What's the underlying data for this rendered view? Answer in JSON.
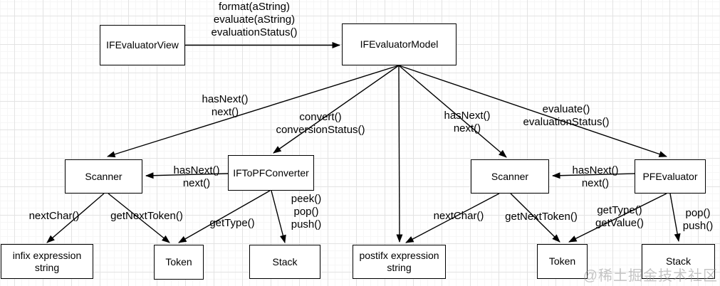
{
  "nodes": {
    "view": "IFEvaluatorView",
    "model": "IFEvaluatorModel",
    "scanner_l": "Scanner",
    "converter": "IFToPFConverter",
    "scanner_r": "Scanner",
    "pfeval": "PFEvaluator",
    "infix": "infix expression\nstring",
    "token_l": "Token",
    "stack_l": "Stack",
    "postfix": "postifx expression\nstring",
    "token_r": "Token",
    "stack_r": "Stack"
  },
  "edge_labels": {
    "view_model": "format(aString)\nevaluate(aString)\nevaluationStatus()",
    "model_scanner_l": "hasNext()\nnext()",
    "model_converter": "convert()\nconversionStatus()",
    "model_scanner_r": "hasNext()\nnext()",
    "model_pfeval": "evaluate()\nevaluationStatus()",
    "converter_scanner": "hasNext()\nnext()",
    "pfeval_scanner": "hasNext()\nnext()",
    "scanner_l_infix": "nextChar()",
    "scanner_l_token": "getNextToken()",
    "converter_token": "getType()",
    "converter_stack": "peek()\npop()\npush()",
    "scanner_r_postfix": "nextChar()",
    "scanner_r_token": "getNextToken()",
    "pfeval_token": "getType()\ngetValue()",
    "pfeval_stack": "pop()\npush()"
  },
  "watermark": "@稀土掘金技术社区",
  "colors": {
    "line": "#000000",
    "box_fill": "#ffffff",
    "grid_major": "#e3e3e3",
    "watermark_gray": "#969696"
  }
}
